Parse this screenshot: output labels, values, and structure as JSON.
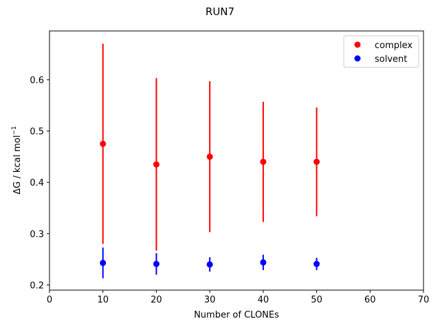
{
  "chart_data": {
    "type": "scatter",
    "title": "RUN7",
    "xlabel": "Number of CLONEs",
    "ylabel_main": "ΔG / kcal mol",
    "ylabel_sup": "−1",
    "xlim": [
      0,
      70
    ],
    "ylim": [
      0.19,
      0.695
    ],
    "xticks": [
      0,
      10,
      20,
      30,
      40,
      50,
      60,
      70
    ],
    "yticks": [
      0.2,
      0.3,
      0.4,
      0.5,
      0.6
    ],
    "xtick_labels": [
      "0",
      "10",
      "20",
      "30",
      "40",
      "50",
      "60",
      "70"
    ],
    "ytick_labels": [
      "0.2",
      "0.3",
      "0.4",
      "0.5",
      "0.6"
    ],
    "grid": false,
    "legend_position": "top-right",
    "series": [
      {
        "name": "complex",
        "color": "#ff0000",
        "x": [
          10,
          20,
          30,
          40,
          50
        ],
        "y": [
          0.475,
          0.435,
          0.45,
          0.44,
          0.44
        ],
        "yerr": [
          0.195,
          0.168,
          0.147,
          0.117,
          0.106
        ]
      },
      {
        "name": "solvent",
        "color": "#0000ff",
        "x": [
          10,
          20,
          30,
          40,
          50
        ],
        "y": [
          0.243,
          0.241,
          0.24,
          0.244,
          0.241
        ],
        "yerr": [
          0.03,
          0.021,
          0.014,
          0.015,
          0.012
        ]
      }
    ]
  }
}
